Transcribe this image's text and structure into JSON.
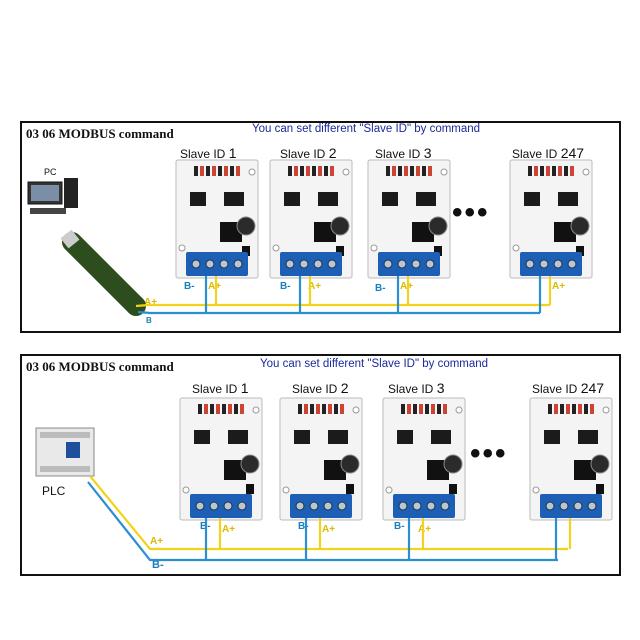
{
  "panels": [
    {
      "title": "03 06 MODBUS command",
      "subtitle": "You can set different \"Slave ID\" by command",
      "master_label": "PC",
      "slaves": [
        {
          "prefix": "Slave ID",
          "id": "1"
        },
        {
          "prefix": "Slave ID",
          "id": "2"
        },
        {
          "prefix": "Slave ID",
          "id": "3"
        },
        {
          "prefix": "Slave ID",
          "id": "247"
        }
      ],
      "ellipsis": "•••",
      "wire_b": "B-",
      "wire_a": "A+",
      "bus_b": "B",
      "bus_a": "A+"
    },
    {
      "title": "03 06 MODBUS command",
      "subtitle": "You can set different \"Slave ID\" by command",
      "master_label": "PLC",
      "slaves": [
        {
          "prefix": "Slave ID",
          "id": "1"
        },
        {
          "prefix": "Slave ID",
          "id": "2"
        },
        {
          "prefix": "Slave ID",
          "id": "3"
        },
        {
          "prefix": "Slave ID",
          "id": "247"
        }
      ],
      "ellipsis": "•••",
      "wire_b": "B-",
      "wire_a": "A+",
      "bus_b": "B-",
      "bus_a": "A+"
    }
  ],
  "colors": {
    "wire_b": "#2a8fd0",
    "wire_a": "#f2d21a",
    "board": "#f4f4f4",
    "terminal": "#1d5fb5",
    "subtitle": "#1a2a9c"
  }
}
